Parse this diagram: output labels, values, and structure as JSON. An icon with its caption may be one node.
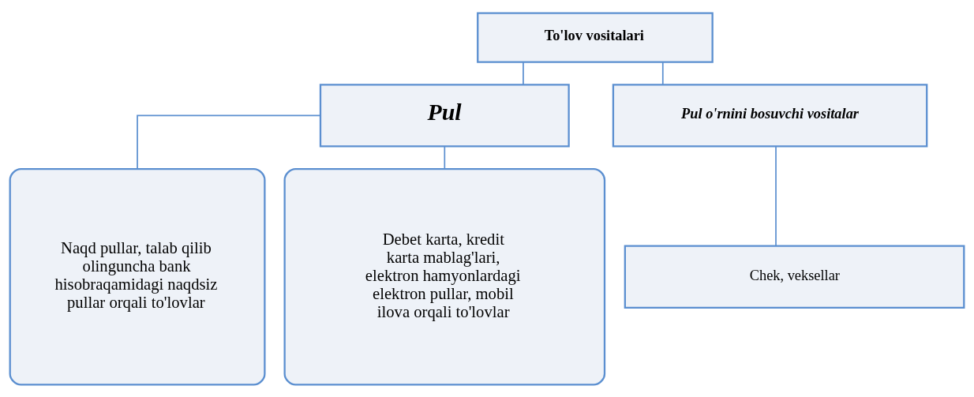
{
  "diagram": {
    "nodes": [
      {
        "text": [
          "To'lov vositalari"
        ]
      },
      {
        "text": [
          "Pul"
        ]
      },
      {
        "text": [
          "Pul o'rnini bosuvchi vositalar"
        ]
      },
      {
        "text": [
          "Naqd pullar, talab qilib olinguncha bank hisobraqamidagi naqdsiz pullar orqali to'lovlar"
        ]
      },
      {
        "text": [
          "Debet karta, kredit karta mablag'lari, elektron hamyonlardagi elektron pullar, mobil ilova orqali to'lovlar"
        ]
      },
      {
        "text": [
          "Chek, veksellar"
        ]
      }
    ],
    "edges": [
      {
        "from": 0,
        "to": 1,
        "arrow": "none"
      },
      {
        "from": 0,
        "to": 2,
        "arrow": "none"
      },
      {
        "from": 1,
        "to": 3,
        "arrow": "none"
      },
      {
        "from": 1,
        "to": 4,
        "arrow": "none"
      },
      {
        "from": 2,
        "to": 5,
        "arrow": "none"
      }
    ]
  }
}
